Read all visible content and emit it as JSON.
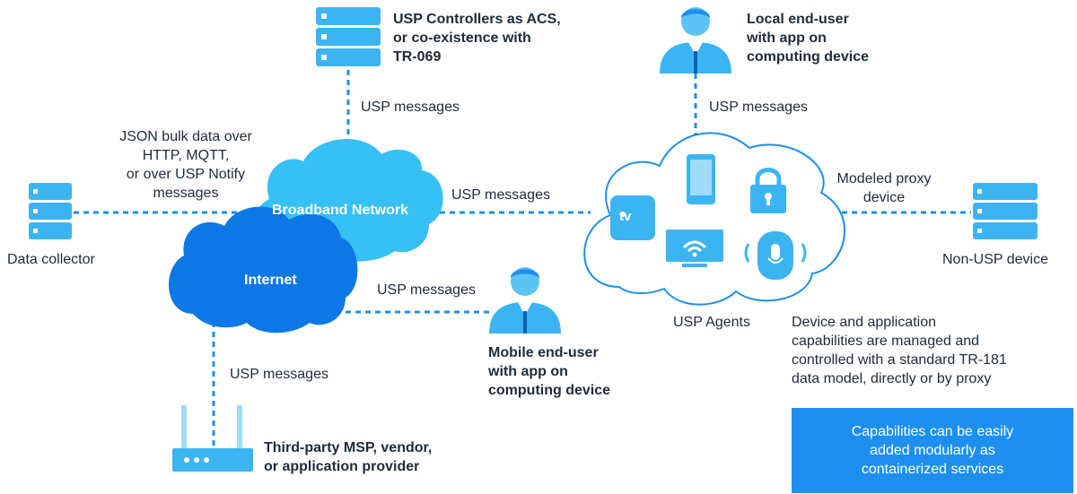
{
  "colors": {
    "line": "#1e8fef",
    "server": "#3db4f2",
    "cloud_broadband": "#36c0f4",
    "cloud_internet": "#0d77e6",
    "callout_bg": "#1e8fef",
    "person_suit": "#3db4f2"
  },
  "nodes": {
    "controllers": {
      "label": "USP Controllers as ACS,\nor co-existence with\nTR-069",
      "icon": "server-icon"
    },
    "local_user": {
      "label": "Local end-user\nwith app on\ncomputing device",
      "icon": "person-icon"
    },
    "data_collector": {
      "label": "Data collector",
      "icon": "server-icon"
    },
    "non_usp": {
      "label": "Non-USP device",
      "icon": "server-icon"
    },
    "mobile_user": {
      "label": "Mobile end-user\nwith app on\ncomputing device",
      "icon": "person-icon"
    },
    "third_party": {
      "label": "Third-party MSP, vendor,\nor application provider",
      "icon": "router-icon"
    },
    "usp_agents": {
      "label": "USP Agents"
    }
  },
  "clouds": {
    "broadband": "Broadband Network",
    "internet": "Internet",
    "agent_icons": {
      "tv": "tv",
      "list": [
        "tv-icon",
        "phone-icon",
        "lock-icon",
        "wifi-monitor-icon",
        "smart-speaker-icon"
      ]
    }
  },
  "edges": {
    "controllers": "USP messages",
    "local_user": "USP messages",
    "broadband_agents": "USP messages",
    "mobile_user": "USP messages",
    "third_party": "USP messages",
    "json_bulk": "JSON bulk data over\nHTTP, MQTT,\nor over USP Notify\nmessages",
    "proxy": "Modeled proxy\ndevice"
  },
  "notes": {
    "capabilities": "Device and application\ncapabilities are managed and\ncontrolled with a standard TR-181\ndata model, directly or by proxy",
    "callout": "Capabilities can be easily\nadded modularly as\ncontainerized services"
  }
}
